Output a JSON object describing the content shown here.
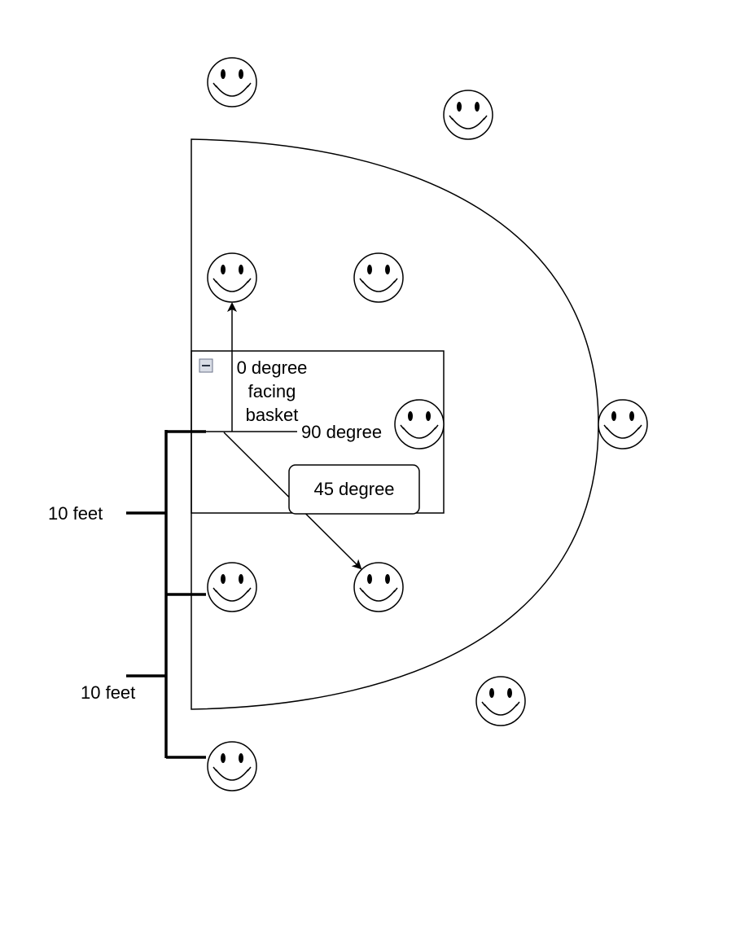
{
  "labels": {
    "zero_degree_line1": "0 degree",
    "zero_degree_line2": "facing",
    "zero_degree_line3": "basket",
    "ninety_degree": "90 degree",
    "forty_five_degree": "45 degree",
    "ten_feet_top": "10 feet",
    "ten_feet_bottom": "10 feet"
  },
  "players": [
    "player-top-left",
    "player-top-right",
    "player-upper-left",
    "player-upper-middle",
    "player-mid-box-right",
    "player-mid-arc-right",
    "player-lower-left",
    "player-lower-middle",
    "player-bottom-right",
    "player-bottom-left"
  ],
  "icons": {
    "player": "smiley-face-icon",
    "collapse": "minus-box-icon"
  }
}
